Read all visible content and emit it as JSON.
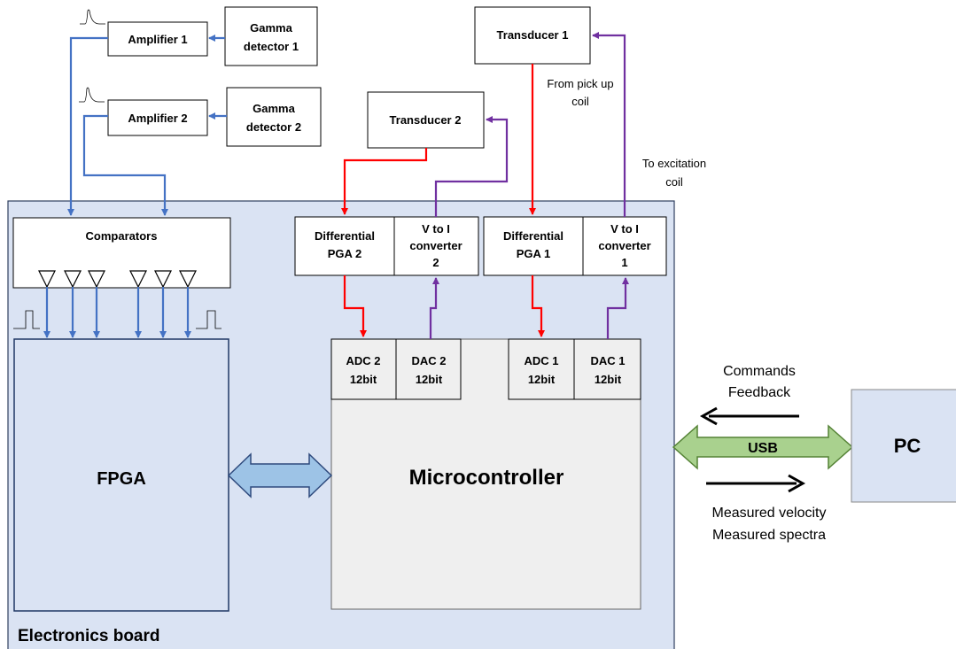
{
  "board": {
    "label": "Electronics board"
  },
  "blocks": {
    "amplifier1": "Amplifier 1",
    "amplifier2": "Amplifier 2",
    "gamma1": [
      "Gamma",
      "detector 1"
    ],
    "gamma2": [
      "Gamma",
      "detector 2"
    ],
    "transducer1": "Transducer 1",
    "transducer2": "Transducer 2",
    "comparators": "Comparators",
    "pga2": [
      "Differential",
      "PGA 2"
    ],
    "v2i2": [
      "V to I",
      "converter",
      "2"
    ],
    "pga1": [
      "Differential",
      "PGA 1"
    ],
    "v2i1": [
      "V to I",
      "converter",
      "1"
    ],
    "adc2": [
      "ADC 2",
      "12bit"
    ],
    "dac2": [
      "DAC 2",
      "12bit"
    ],
    "adc1": [
      "ADC 1",
      "12bit"
    ],
    "dac1": [
      "DAC 1",
      "12bit"
    ],
    "fpga": "FPGA",
    "microcontroller": "Microcontroller",
    "pc": "PC",
    "usb": "USB"
  },
  "annotations": {
    "pickup": [
      "From pick up",
      "coil"
    ],
    "excitation": [
      "To excitation",
      "coil"
    ],
    "commands": [
      "Commands",
      "Feedback"
    ],
    "measured": [
      "Measured velocity",
      "Measured spectra"
    ]
  },
  "colors": {
    "board_fill": "#dae3f3",
    "block_fill": "#ffffff",
    "mcu_fill": "#efefef",
    "blue_line": "#4472c4",
    "red_line": "#ff0000",
    "purple_line": "#7030a0",
    "usb_fill": "#a9d18e",
    "usb_stroke": "#548235",
    "bus_fill": "#9dc3e6",
    "bus_stroke": "#2e4a7d",
    "red_text": "#ff0000",
    "purple_text": "#7030a0"
  }
}
